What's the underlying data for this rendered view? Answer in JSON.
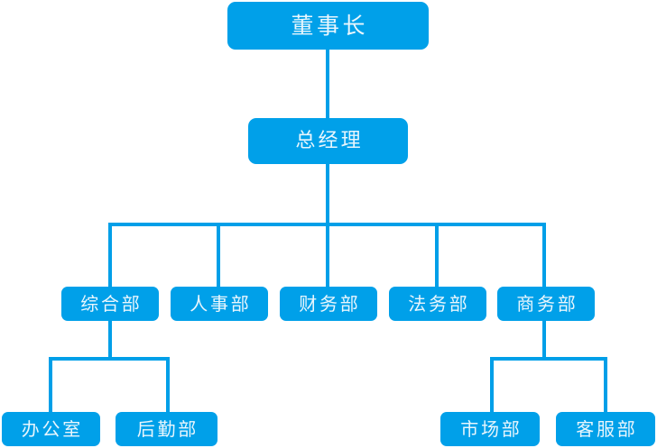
{
  "chart": {
    "type": "org-chart",
    "title": "",
    "accent_color": "#00A0E9",
    "line_color": "#009FE8",
    "text_color": "#E9F6FD",
    "background": "#FFFFFF",
    "levels": [
      {
        "level": 1,
        "nodes": [
          {
            "id": "chairman",
            "label": "董事长"
          }
        ]
      },
      {
        "level": 2,
        "nodes": [
          {
            "id": "general-manager",
            "label": "总经理"
          }
        ]
      },
      {
        "level": 3,
        "nodes": [
          {
            "id": "general-affairs",
            "label": "综合部"
          },
          {
            "id": "human-resources",
            "label": "人事部"
          },
          {
            "id": "finance",
            "label": "财务部"
          },
          {
            "id": "legal-affairs",
            "label": "法务部"
          },
          {
            "id": "business",
            "label": "商务部"
          }
        ]
      },
      {
        "level": 4,
        "nodes": [
          {
            "id": "office",
            "label": "办公室"
          },
          {
            "id": "logistics",
            "label": "后勤部"
          },
          {
            "id": "marketing",
            "label": "市场部"
          },
          {
            "id": "customer-service",
            "label": "客服部"
          }
        ]
      }
    ]
  },
  "nodes": {
    "chairman": "董事长",
    "general_manager": "总经理",
    "general_affairs": "综合部",
    "human_resources": "人事部",
    "finance": "财务部",
    "legal_affairs": "法务部",
    "business": "商务部",
    "office": "办公室",
    "logistics": "后勤部",
    "marketing": "市场部",
    "customer_service": "客服部"
  }
}
